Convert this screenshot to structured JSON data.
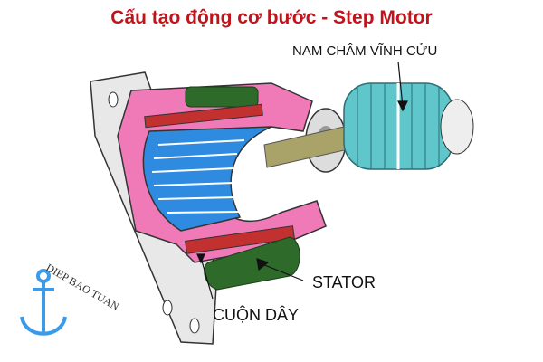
{
  "title": "Cấu tạo động cơ bước - Step Motor",
  "labels": {
    "magnet": "NAM CHÂM VĨNH CỬU",
    "stator": "STATOR",
    "coil": "CUỘN DÂY"
  },
  "logo_text": "DIEP BAO TUAN",
  "colors": {
    "title": "#c0141c",
    "housing": "#f07ab8",
    "rotor": "#2f8be0",
    "coil_green": "#2e6b2a",
    "coil_red": "#c23030",
    "magnet": "#5fc6cc",
    "shaft": "#a9a36a",
    "logo": "#3c9be8"
  }
}
